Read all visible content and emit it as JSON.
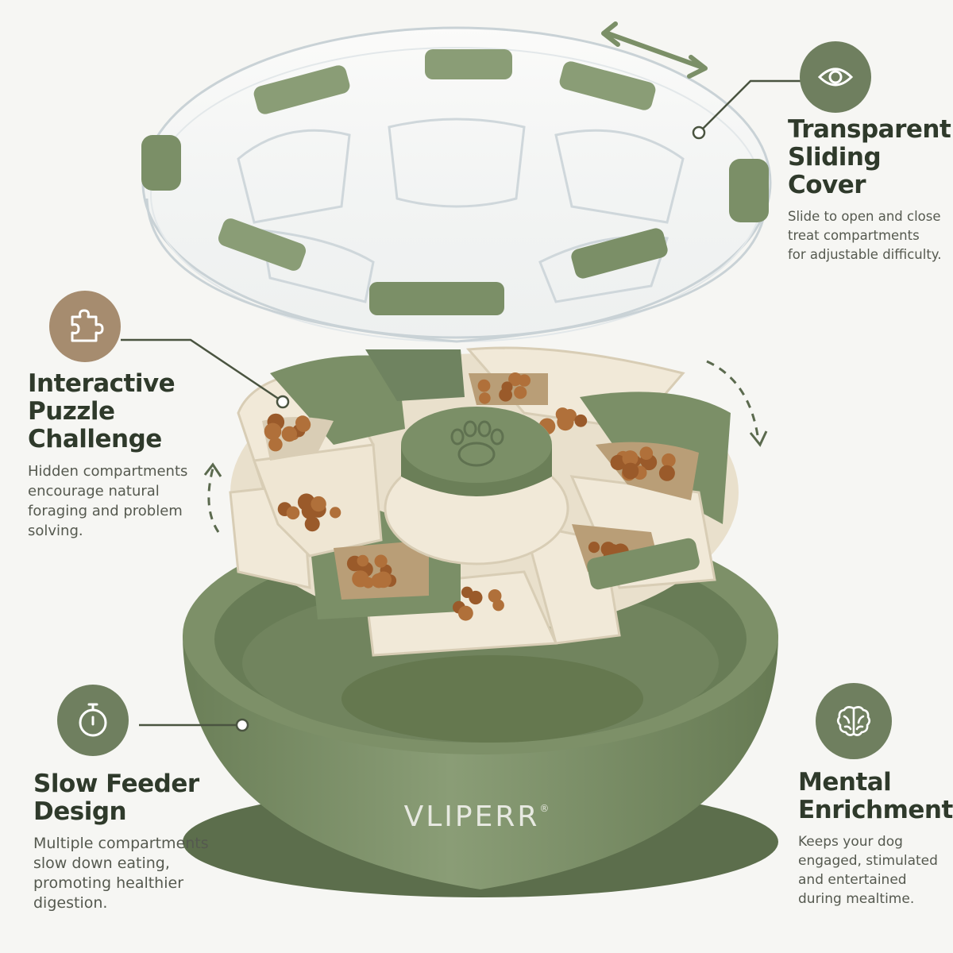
{
  "brand": {
    "name": "VLIPERR",
    "trademark": "®"
  },
  "colors": {
    "background": "#f6f6f3",
    "bowl_green": "#7b8f67",
    "inner_cream": "#efe7d6",
    "badge_green": "#6f7f5f",
    "badge_tan": "#a68c6f",
    "kibble": "#9a5a2a"
  },
  "features": [
    {
      "id": "transparent-sliding-cover",
      "icon": "eye-icon",
      "title_lines": [
        "Transparent",
        "Sliding Cover"
      ],
      "desc_lines": [
        "Slide to open and close",
        "treat compartments",
        "for adjustable difficulty."
      ]
    },
    {
      "id": "interactive-puzzle-challenge",
      "icon": "puzzle-icon",
      "title_lines": [
        "Interactive",
        "Puzzle Challenge"
      ],
      "desc_lines": [
        "Hidden compartments",
        "encourage natural",
        "foraging and problem",
        "solving."
      ]
    },
    {
      "id": "slow-feeder-design",
      "icon": "stopwatch-icon",
      "title_lines": [
        "Slow Feeder",
        "Design"
      ],
      "desc_lines": [
        "Multiple compartments",
        "slow down eating,",
        "promoting healthier",
        "digestion."
      ]
    },
    {
      "id": "mental-enrichment",
      "icon": "brain-icon",
      "title_lines": [
        "Mental",
        "Enrichment"
      ],
      "desc_lines": [
        "Keeps your dog",
        "engaged, stimulated",
        "and entertained",
        "during mealtime."
      ]
    }
  ]
}
